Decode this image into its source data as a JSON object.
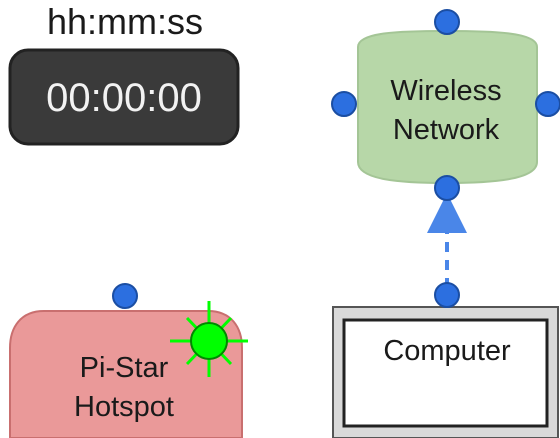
{
  "timer": {
    "format_label": "hh:mm:ss",
    "value": "00:00:00",
    "display_color": "#3a3a3a",
    "text_color": "#f2f2f2"
  },
  "nodes": {
    "wireless_network": {
      "line1": "Wireless",
      "line2": "Network",
      "fill": "#b7d7a8"
    },
    "hotspot": {
      "line1": "Pi-Star",
      "line2": "Hotspot",
      "fill": "#ea9999",
      "status_led": {
        "icon": "green-led-icon",
        "color": "#00ff00"
      }
    },
    "computer": {
      "label": "Computer",
      "frame_fill": "#d9d9d9"
    }
  },
  "connectors": {
    "port_color": "#2c6fe0",
    "link_color": "#4a86e8",
    "link_style": "dashed"
  }
}
